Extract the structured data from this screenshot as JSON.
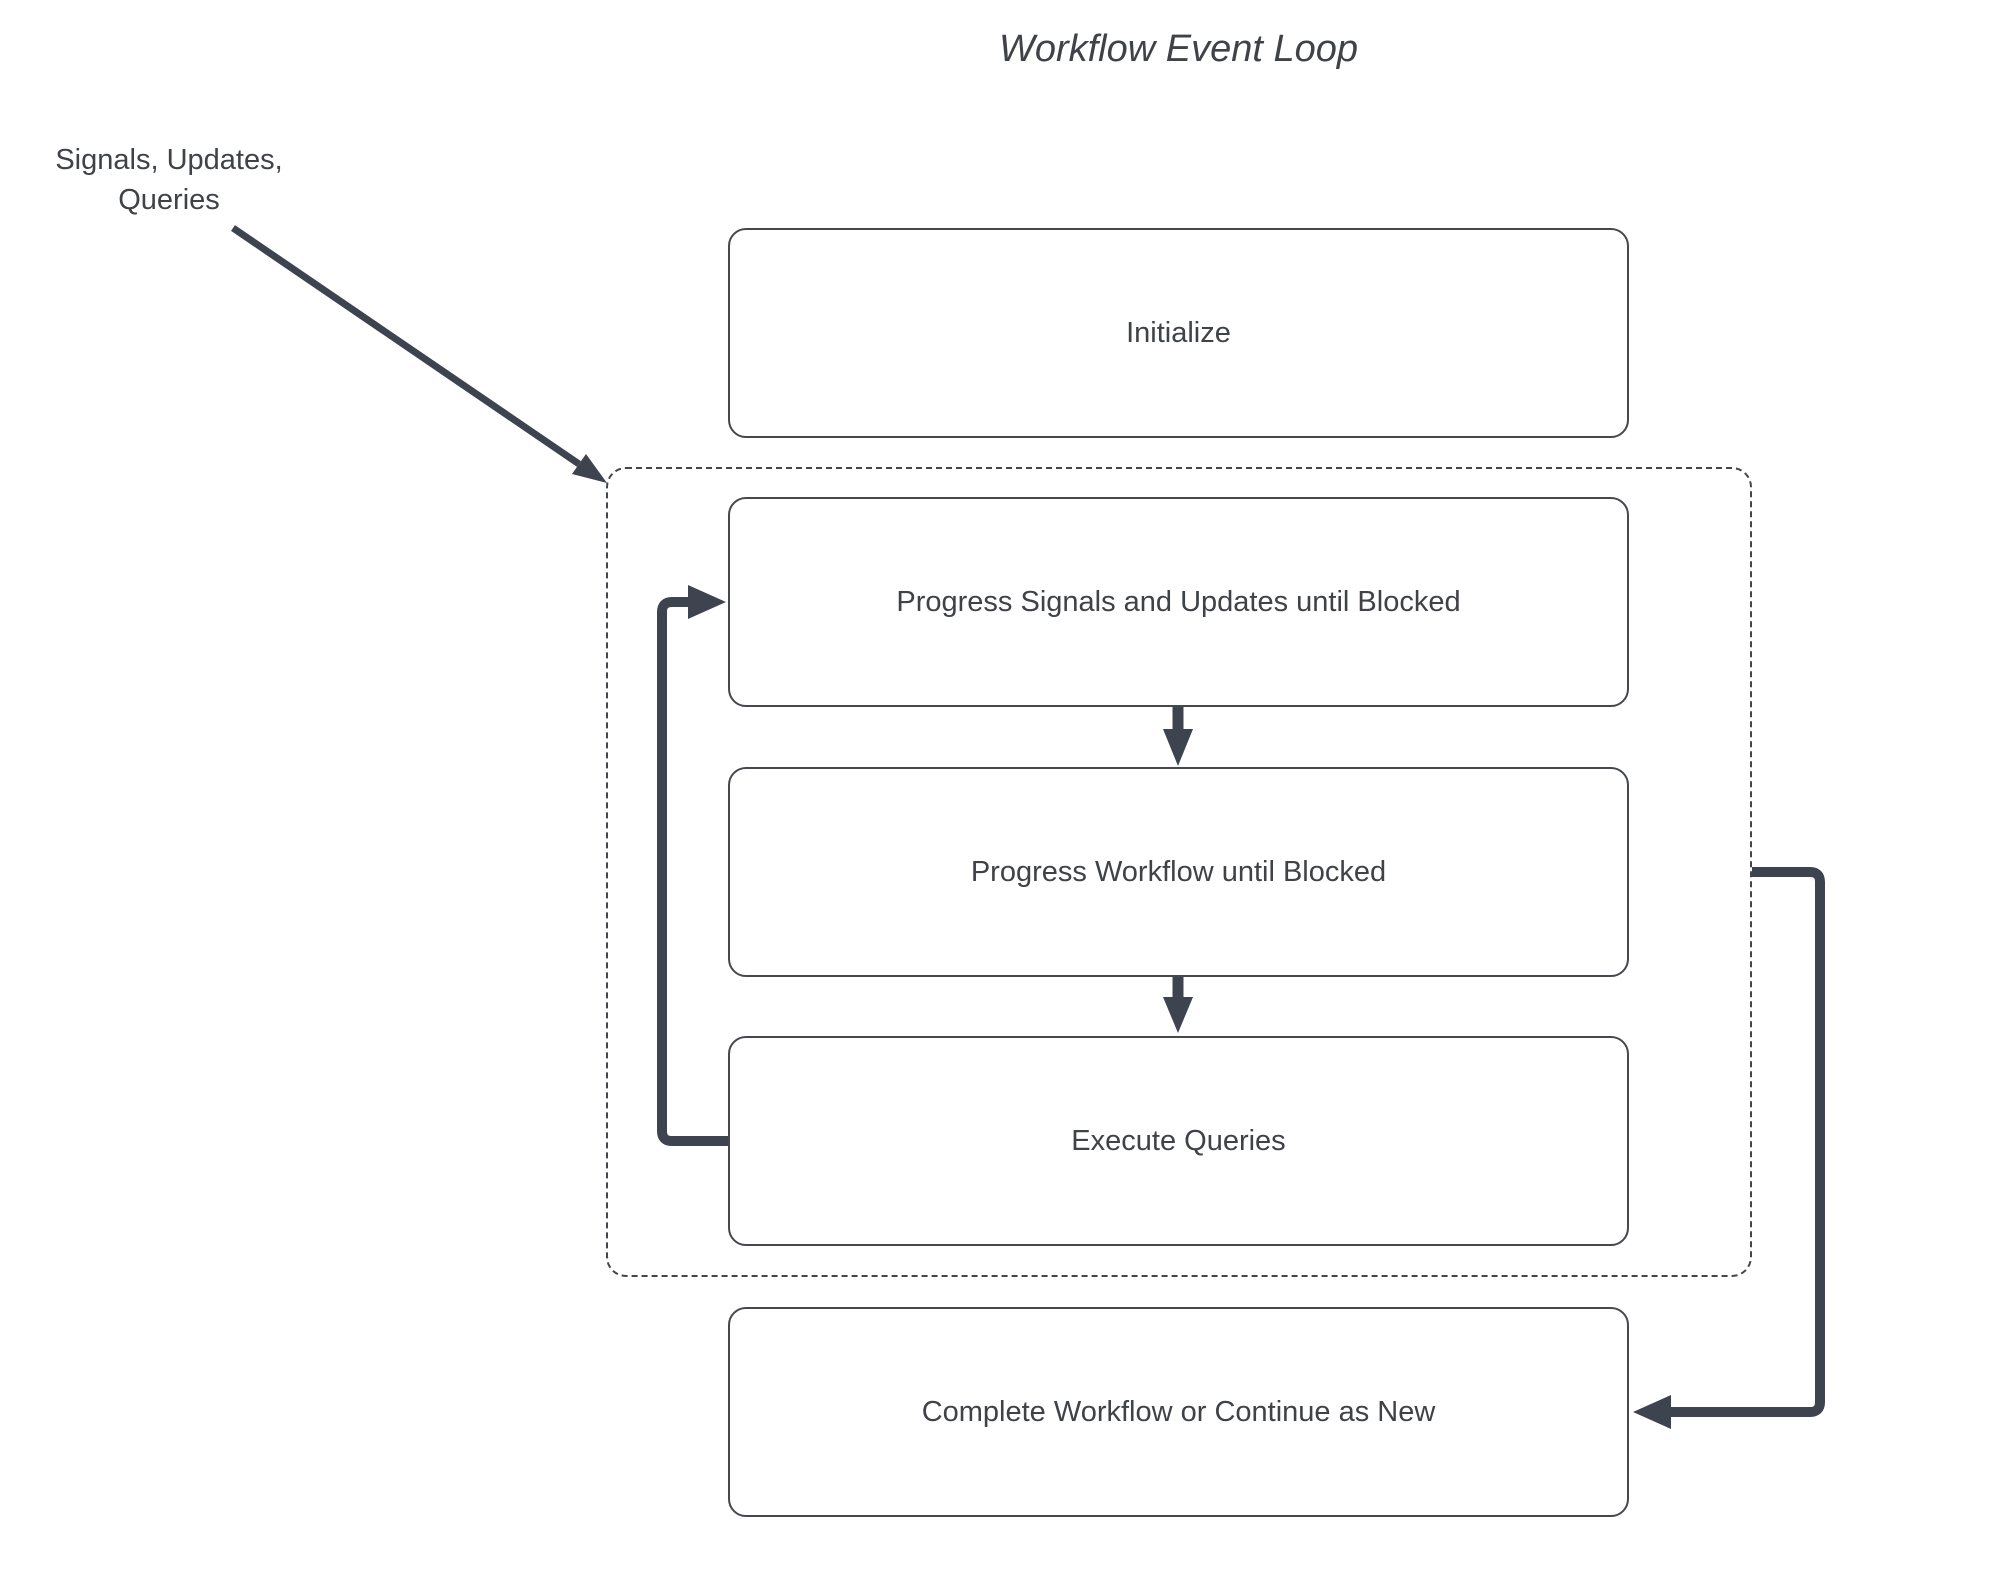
{
  "title": "Workflow Event Loop",
  "annotation": {
    "line1": "Signals, Updates,",
    "line2": "Queries"
  },
  "nodes": {
    "initialize": "Initialize",
    "progress_signals": "Progress Signals and Updates until Blocked",
    "progress_workflow": "Progress Workflow until Blocked",
    "execute_queries": "Execute Queries",
    "complete": "Complete Workflow or Continue as New"
  },
  "colors": {
    "ink": "#3f4246",
    "box_border": "#45484e",
    "dash_border": "#41454c",
    "arrow": "#3d434f",
    "background": "#ffffff"
  }
}
